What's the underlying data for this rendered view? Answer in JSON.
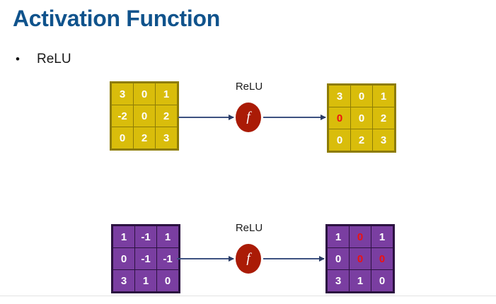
{
  "slide": {
    "title": "Activation Function",
    "title_color": "#10538C",
    "bullets": [
      {
        "marker": "•",
        "text": "ReLU"
      }
    ]
  },
  "colors": {
    "title_blue": "#10538C",
    "matrix_gold_fill": "#D9BD0B",
    "matrix_gold_border": "#8D7C06",
    "matrix_purple_fill": "#7A3EA1",
    "matrix_purple_border": "#2B1240",
    "cell_text": "#FFFFFF",
    "zeroed_text": "#EE1111",
    "relu_circle": "#AA1B06",
    "arrow": "#3D5180"
  },
  "diagrams": [
    {
      "id": "relu-example-gold",
      "input": {
        "palette": "gold",
        "rows": [
          [
            {
              "v": "3",
              "zeroed": false
            },
            {
              "v": "0",
              "zeroed": false
            },
            {
              "v": "1",
              "zeroed": false
            }
          ],
          [
            {
              "v": "-2",
              "zeroed": false
            },
            {
              "v": "0",
              "zeroed": false
            },
            {
              "v": "2",
              "zeroed": false
            }
          ],
          [
            {
              "v": "0",
              "zeroed": false
            },
            {
              "v": "2",
              "zeroed": false
            },
            {
              "v": "3",
              "zeroed": false
            }
          ]
        ]
      },
      "operator": {
        "label": "ReLU",
        "symbol": "f"
      },
      "output": {
        "palette": "gold",
        "rows": [
          [
            {
              "v": "3",
              "zeroed": false
            },
            {
              "v": "0",
              "zeroed": false
            },
            {
              "v": "1",
              "zeroed": false
            }
          ],
          [
            {
              "v": "0",
              "zeroed": true
            },
            {
              "v": "0",
              "zeroed": false
            },
            {
              "v": "2",
              "zeroed": false
            }
          ],
          [
            {
              "v": "0",
              "zeroed": false
            },
            {
              "v": "2",
              "zeroed": false
            },
            {
              "v": "3",
              "zeroed": false
            }
          ]
        ]
      }
    },
    {
      "id": "relu-example-purple",
      "input": {
        "palette": "purple",
        "rows": [
          [
            {
              "v": "1",
              "zeroed": false
            },
            {
              "v": "-1",
              "zeroed": false
            },
            {
              "v": "1",
              "zeroed": false
            }
          ],
          [
            {
              "v": "0",
              "zeroed": false
            },
            {
              "v": "-1",
              "zeroed": false
            },
            {
              "v": "-1",
              "zeroed": false
            }
          ],
          [
            {
              "v": "3",
              "zeroed": false
            },
            {
              "v": "1",
              "zeroed": false
            },
            {
              "v": "0",
              "zeroed": false
            }
          ]
        ]
      },
      "operator": {
        "label": "ReLU",
        "symbol": "f"
      },
      "output": {
        "palette": "purple",
        "rows": [
          [
            {
              "v": "1",
              "zeroed": false
            },
            {
              "v": "0",
              "zeroed": true
            },
            {
              "v": "1",
              "zeroed": false
            }
          ],
          [
            {
              "v": "0",
              "zeroed": false
            },
            {
              "v": "0",
              "zeroed": true
            },
            {
              "v": "0",
              "zeroed": true
            }
          ],
          [
            {
              "v": "3",
              "zeroed": false
            },
            {
              "v": "1",
              "zeroed": false
            },
            {
              "v": "0",
              "zeroed": false
            }
          ]
        ]
      }
    }
  ]
}
